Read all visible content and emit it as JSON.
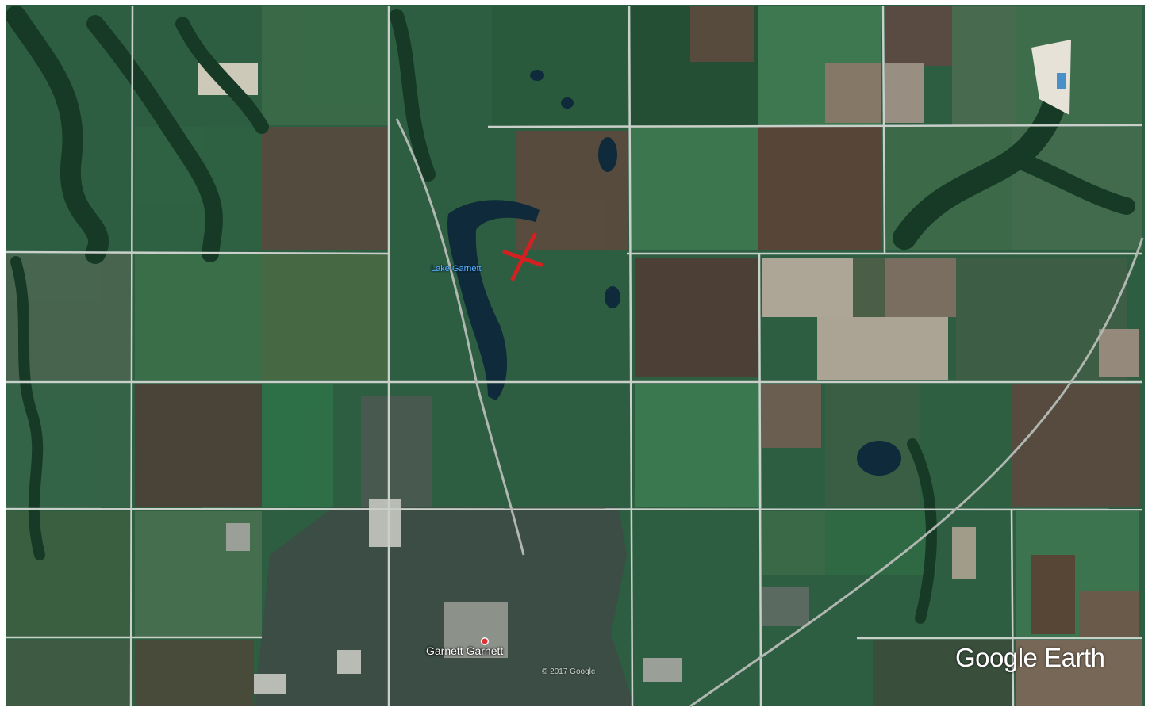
{
  "map": {
    "places": {
      "lake": "Lake Garnett",
      "town": "Garnett",
      "town_duplicate": "Garnett"
    },
    "copyright": "© 2017 Google",
    "brand": "Google Earth"
  },
  "marker": {
    "icon": "red-x-mark-icon",
    "color": "#d42020"
  },
  "colors": {
    "water": "#0f2a3a",
    "forest": "#173a26",
    "field_green": "#3c7a4f",
    "road": "#c9cfc9",
    "town": "#3b4d44"
  }
}
